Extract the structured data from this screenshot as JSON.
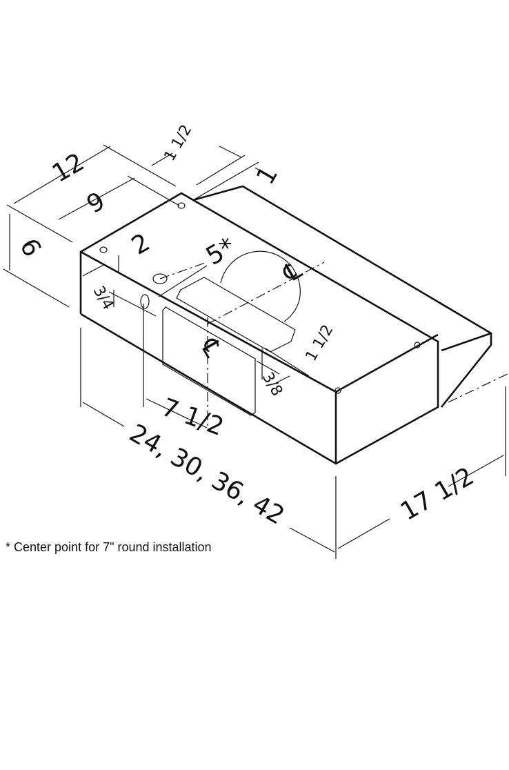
{
  "dimensions": {
    "height": "6",
    "depth_total": "12",
    "depth_hole": "9",
    "rear_offset": "1 1/2",
    "rear_lip": "1",
    "hole_offset": "2",
    "hole_height": "3/4",
    "duct_center": "5*",
    "centerline_symbol": "℄",
    "side_offset": "1 1/2",
    "bottom_offset": "3/8",
    "duct_from_side": "7 1/2",
    "widths": "24, 30, 36, 42",
    "front_to_back": "17 1/2"
  },
  "footnote": "* Center point for 7\" round installation"
}
